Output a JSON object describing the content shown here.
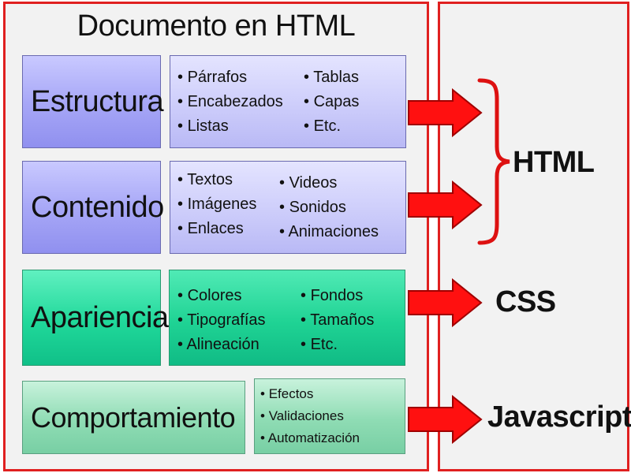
{
  "title": "Documento en HTML",
  "rows": [
    {
      "label": "Estructura",
      "col1": [
        "Párrafos",
        "Encabezados",
        "Listas"
      ],
      "col2": [
        "Tablas",
        "Capas",
        "Etc."
      ]
    },
    {
      "label": "Contenido",
      "col1": [
        "Textos",
        "Imágenes",
        "Enlaces"
      ],
      "col2": [
        "Videos",
        "Sonidos",
        "Animaciones"
      ]
    },
    {
      "label": "Apariencia",
      "col1": [
        "Colores",
        "Tipografías",
        "Alineación"
      ],
      "col2": [
        "Fondos",
        "Tamaños",
        "Etc."
      ]
    },
    {
      "label": "Comportamiento",
      "col1": [
        "Efectos",
        "Validaciones",
        "Automatización"
      ]
    }
  ],
  "targets": {
    "html": "HTML",
    "css": "CSS",
    "js": "Javascript"
  },
  "colors": {
    "panel_border": "#e02020",
    "arrow": "#ff1010",
    "purple": "#a8a8f7",
    "teal": "#20d89a",
    "green": "#8fdcb4"
  }
}
